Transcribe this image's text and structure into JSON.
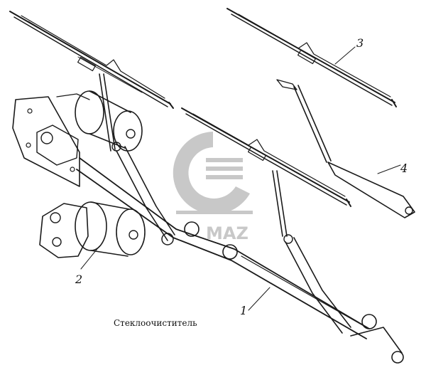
{
  "caption": "Стеклоочиститель",
  "callouts": {
    "wiper_linkage": "1",
    "motor": "2",
    "wiper_blade": "3",
    "wiper_arm": "4"
  },
  "watermark": {
    "text": "MAZ",
    "icon": "gear-logo-icon"
  },
  "colors": {
    "line": "#1a1a1a",
    "watermark": "#c8c8c8"
  }
}
